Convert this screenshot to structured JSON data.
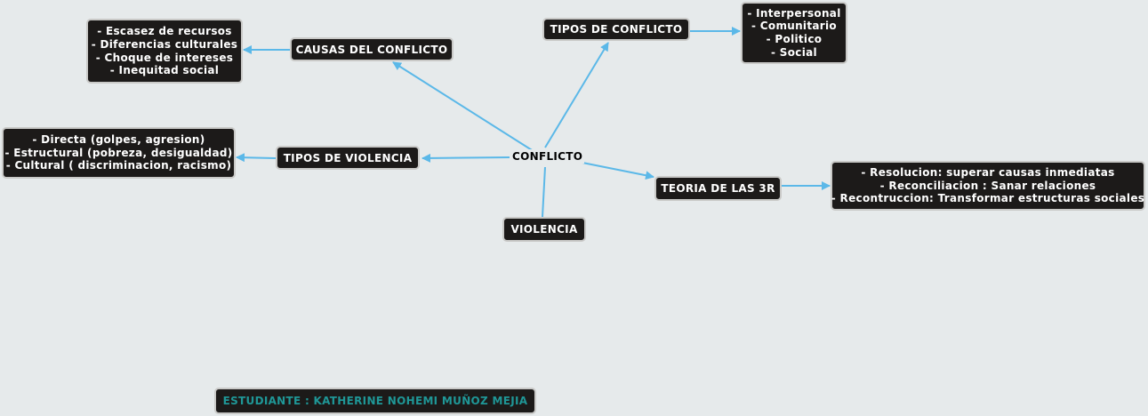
{
  "center": {
    "label": "CONFLICTO"
  },
  "branches": {
    "causas": {
      "label": "CAUSAS DEL CONFLICTO",
      "items": [
        "- Escasez de recursos",
        "- Diferencias culturales",
        "- Choque de intereses",
        "- Inequitad social"
      ]
    },
    "tipos_conflicto": {
      "label": "TIPOS DE CONFLICTO",
      "items": [
        "- Interpersonal",
        "- Comunitario",
        "- Politico",
        "- Social"
      ]
    },
    "tipos_violencia": {
      "label": "TIPOS DE VIOLENCIA",
      "items": [
        "- Directa (golpes, agresion)",
        "- Estructural (pobreza, desigualdad)",
        "- Cultural ( discriminacion, racismo)"
      ]
    },
    "teoria": {
      "label": "TEORIA DE LAS 3R",
      "items": [
        "- Resolucion: superar causas inmediatas",
        "- Reconciliacion : Sanar relaciones",
        "- Recontruccion: Transformar estructuras sociales"
      ]
    },
    "violencia": {
      "label": "VIOLENCIA"
    }
  },
  "footer": {
    "label": "ESTUDIANTE : KATHERINE NOHEMI MUÑOZ MEJIA"
  },
  "colors": {
    "background": "#e6eaeb",
    "node": "#1c1a19",
    "connector": "#5bb8e8",
    "footer_text": "#1f9797"
  }
}
